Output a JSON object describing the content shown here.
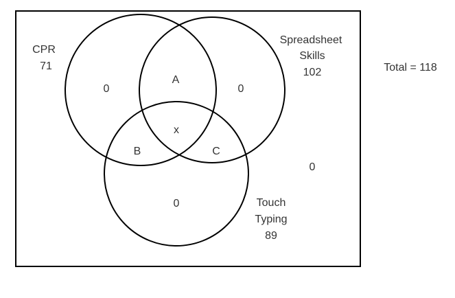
{
  "sets": {
    "cpr": {
      "name": "CPR",
      "count": "71"
    },
    "spreadsheet": {
      "name_line1": "Spreadsheet",
      "name_line2": "Skills",
      "count": "102"
    },
    "typing": {
      "name_line1": "Touch",
      "name_line2": "Typing",
      "count": "89"
    }
  },
  "total_label": "Total = 118",
  "regions": {
    "cpr_only": "0",
    "spreadsheet_only": "0",
    "typing_only": "0",
    "cpr_spreadsheet": "A",
    "cpr_typing": "B",
    "spreadsheet_typing": "C",
    "all_three": "x",
    "outside": "0"
  }
}
